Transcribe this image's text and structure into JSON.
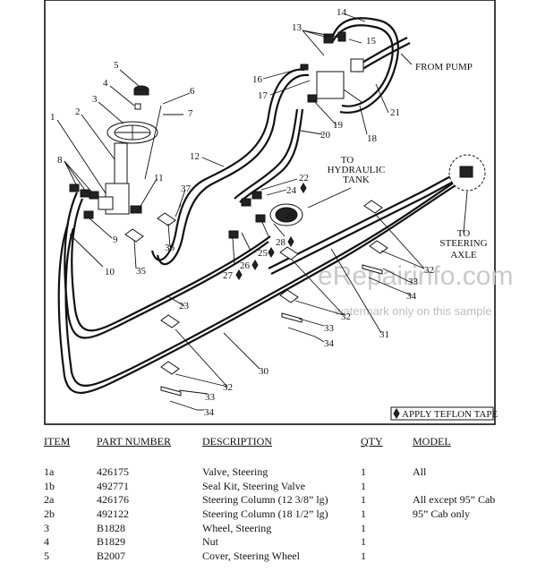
{
  "diagram": {
    "callouts": [
      "1",
      "2",
      "3",
      "4",
      "5",
      "6",
      "7",
      "8",
      "9",
      "10",
      "11",
      "12",
      "13",
      "14",
      "15",
      "16",
      "17",
      "18",
      "19",
      "20",
      "21",
      "22",
      "23",
      "24",
      "25",
      "26",
      "27",
      "28",
      "29",
      "30",
      "31",
      "32",
      "33",
      "34",
      "35",
      "36",
      "37"
    ],
    "labels": {
      "from_pump": "FROM PUMP",
      "to_tank_1": "TO",
      "to_tank_2": "HYDRAULIC",
      "to_tank_3": "TANK",
      "to_axle_1": "TO",
      "to_axle_2": "STEERING",
      "to_axle_3": "AXLE"
    },
    "legend": "APPLY TEFLON TAPE",
    "watermark_1": "eRepairinfo.com",
    "watermark_2": "watermark only on this sample"
  },
  "table": {
    "headers": [
      "ITEM",
      "PART NUMBER",
      "DESCRIPTION",
      "QTY",
      "MODEL"
    ],
    "rows": [
      [
        "1a",
        "426175",
        "Valve, Steering",
        "1",
        "All"
      ],
      [
        "1b",
        "492771",
        "Seal Kit, Steering Valve",
        "1",
        ""
      ],
      [
        "2a",
        "426176",
        "Steering Column (12 3/8” lg)",
        "1",
        "All except 95” Cab"
      ],
      [
        "2b",
        "492122",
        "Steering Column (18 1/2” lg)",
        "1",
        "95” Cab only"
      ],
      [
        "3",
        "B1828",
        "Wheel, Steering",
        "1",
        ""
      ],
      [
        "4",
        "B1829",
        "Nut",
        "1",
        ""
      ],
      [
        "5",
        "B2007",
        "Cover, Steering Wheel",
        "1",
        ""
      ]
    ]
  },
  "colors": {
    "ink": "#111111",
    "paper": "#ffffff",
    "watermark": "#c9c9c9"
  },
  "icons": {
    "legend_marker": "diamond-icon"
  }
}
